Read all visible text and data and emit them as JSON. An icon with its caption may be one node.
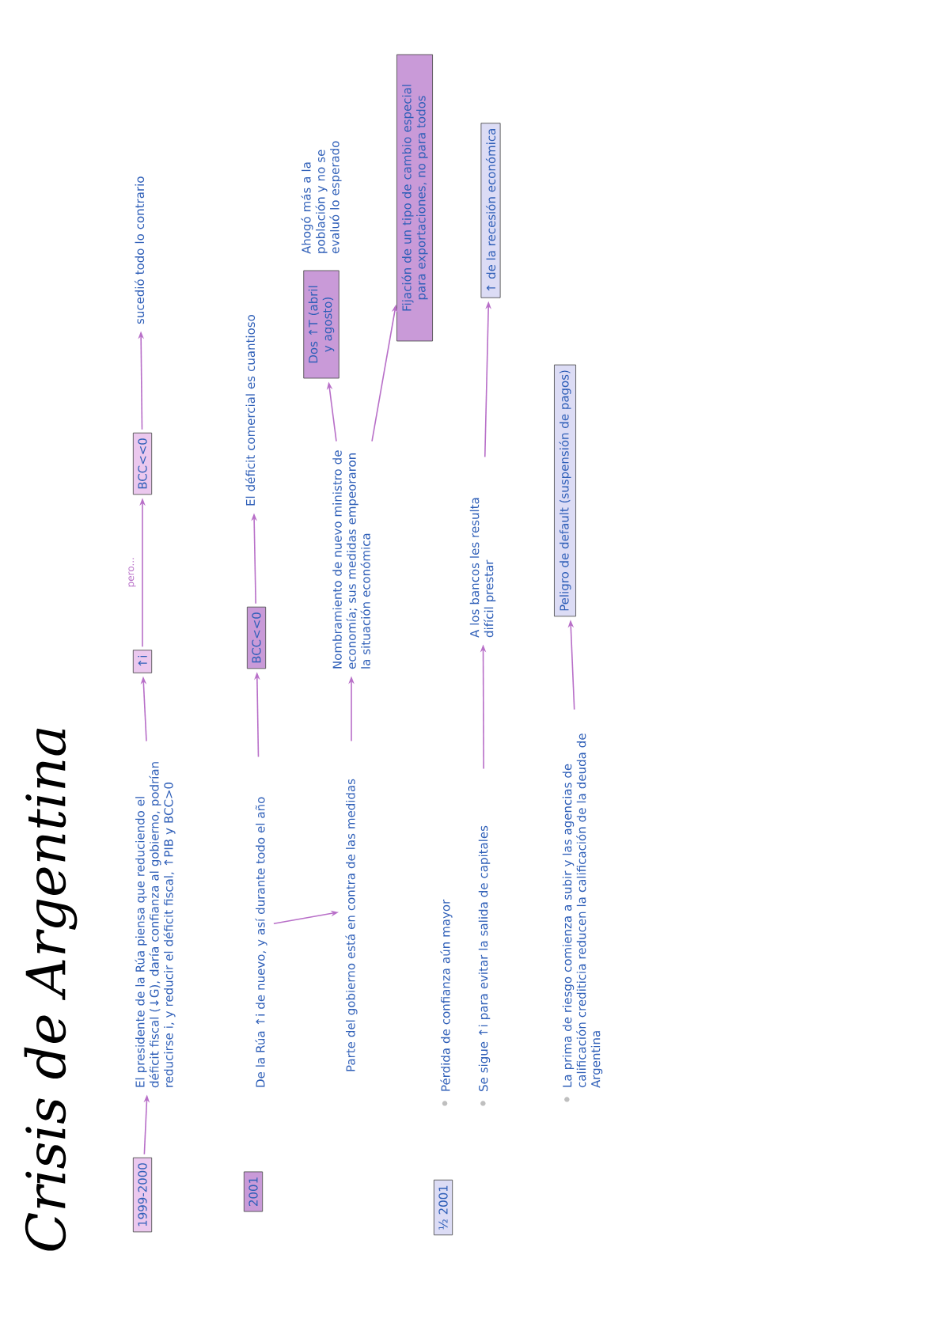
{
  "diagram": {
    "title": "Crisis de Argentina",
    "nodes": [
      {
        "text": [
          "1999-2000"
        ]
      },
      {
        "text": [
          "El presidente de la Rúa piensa que reduciendo el déficit fiscal (↓G), daría confianza al gobierno, podrían reducirse i, y reducir el déficit fiscal, ↑PIB y BCC>0"
        ]
      },
      {
        "text": [
          "↑i"
        ]
      },
      {
        "text": [
          "BCC<<0"
        ]
      },
      {
        "text": [
          "sucedió todo lo contrario"
        ]
      },
      {
        "text": [
          "2001"
        ]
      },
      {
        "text": [
          "De la Rúa ↑i de nuevo, y así durante todo el año"
        ]
      },
      {
        "text": [
          "BCC<<0"
        ]
      },
      {
        "text": [
          "El déficit comercial es cuantioso"
        ]
      },
      {
        "text": [
          "Parte del gobierno está en contra de las medidas"
        ]
      },
      {
        "text": [
          "Nombramiento de nuevo ministro de economía; sus medidas empeoraron la situación económica"
        ]
      },
      {
        "text": [
          "Dos ↑T (abril y agosto)"
        ],
        "beside": [
          "Ahogó más a la población y no se evaluó lo esperado"
        ]
      },
      {
        "text": [
          "Fijación de un tipo de cambio especial para exportaciones, no para todos"
        ]
      },
      {
        "text": [
          "½ 2001"
        ]
      },
      {
        "text": [
          "Pérdida de confianza aún mayor"
        ]
      },
      {
        "text": [
          "Se sigue ↑i para evitar la salida de capitales"
        ]
      },
      {
        "text": [
          "A los bancos les resulta difícil prestar"
        ]
      },
      {
        "text": [
          "↑ de la recesión económica"
        ]
      },
      {
        "text": [
          "La prima de riesgo comienza a subir y las agencias de calificación crediticia reducen la calificación de la deuda de Argentina"
        ]
      },
      {
        "text": [
          "Peligro de default (suspensión de pagos)"
        ]
      }
    ],
    "edges": [
      {
        "from": 0,
        "to": 1,
        "arrow": "to"
      },
      {
        "from": 1,
        "to": 2,
        "arrow": "to"
      },
      {
        "from": 2,
        "to": 3,
        "arrow": "to",
        "label": "pero..."
      },
      {
        "from": 3,
        "to": 4,
        "arrow": "to"
      },
      {
        "from": 6,
        "to": 7,
        "arrow": "to"
      },
      {
        "from": 7,
        "to": 8,
        "arrow": "to"
      },
      {
        "from": 6,
        "to": 9,
        "arrow": "to"
      },
      {
        "from": 9,
        "to": 10,
        "arrow": "to"
      },
      {
        "from": 10,
        "to": 11,
        "arrow": "to"
      },
      {
        "from": 10,
        "to": 12,
        "arrow": "to"
      },
      {
        "from": 15,
        "to": 16,
        "arrow": "to"
      },
      {
        "from": 16,
        "to": 17,
        "arrow": "to"
      },
      {
        "from": 18,
        "to": 19,
        "arrow": "to"
      }
    ]
  }
}
